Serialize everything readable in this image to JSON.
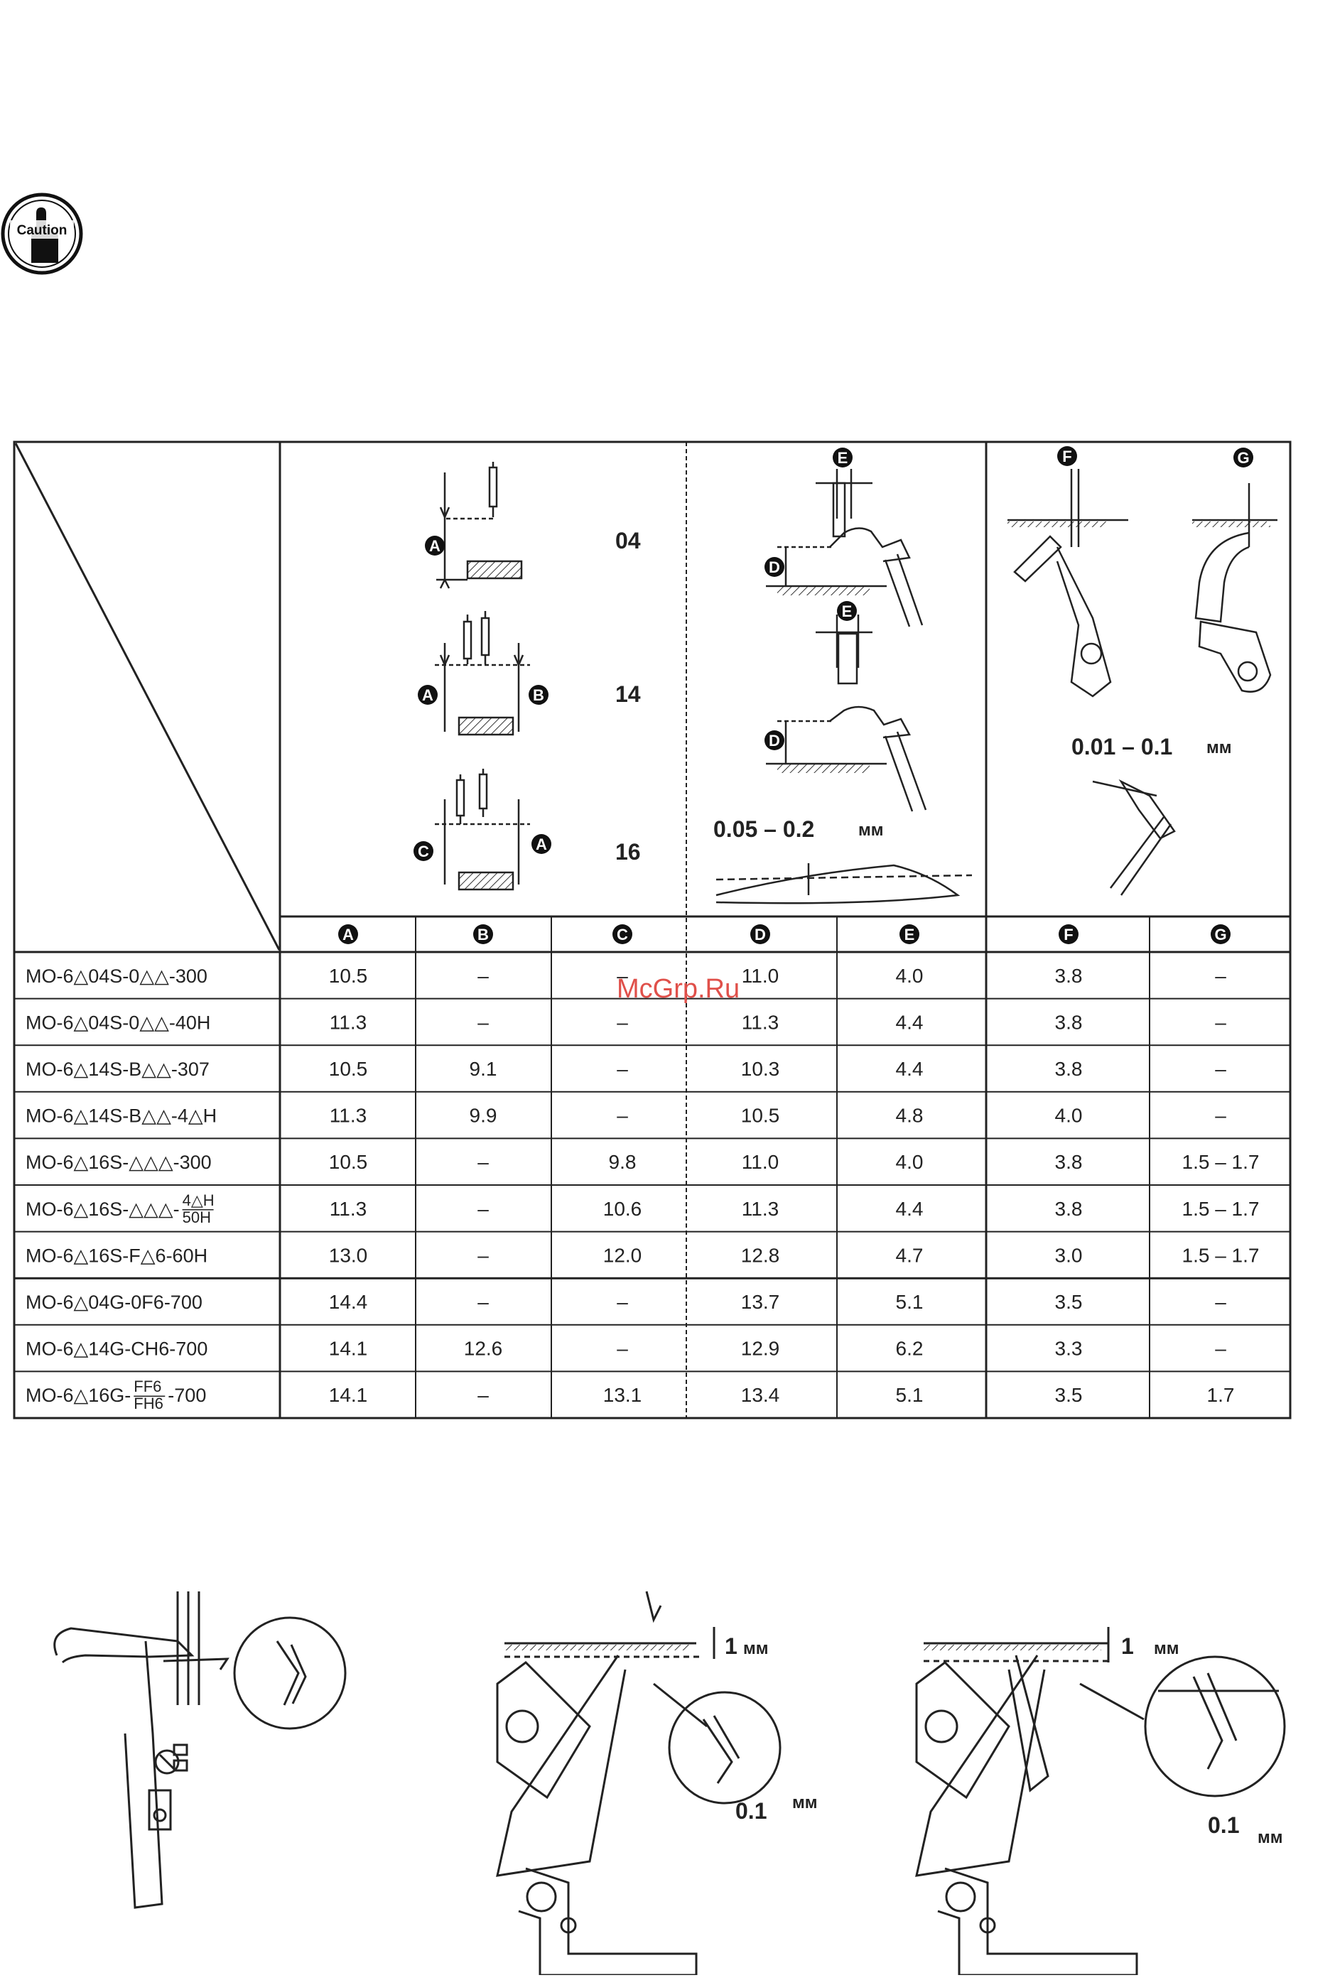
{
  "caution_label": "Caution",
  "watermark": "McGrp.Ru",
  "diagram_codes": [
    "04",
    "14",
    "16"
  ],
  "clearance_de": "0.05 – 0.2",
  "clearance_fg": "0.01 – 0.1",
  "unit": "мм",
  "columns": [
    "A",
    "B",
    "C",
    "D",
    "E",
    "F",
    "G"
  ],
  "rows": [
    {
      "model": "MO-6△04S-0△△-300",
      "values": [
        "10.5",
        "–",
        "–",
        "11.0",
        "4.0",
        "3.8",
        "–"
      ]
    },
    {
      "model": "MO-6△04S-0△△-40H",
      "values": [
        "11.3",
        "–",
        "–",
        "11.3",
        "4.4",
        "3.8",
        "–"
      ]
    },
    {
      "model": "MO-6△14S-B△△-307",
      "values": [
        "10.5",
        "9.1",
        "–",
        "10.3",
        "4.4",
        "3.8",
        "–"
      ]
    },
    {
      "model": "MO-6△14S-B△△-4△H",
      "values": [
        "11.3",
        "9.9",
        "–",
        "10.5",
        "4.8",
        "4.0",
        "–"
      ]
    },
    {
      "model": "MO-6△16S-△△△-300",
      "values": [
        "10.5",
        "–",
        "9.8",
        "11.0",
        "4.0",
        "3.8",
        "1.5 – 1.7"
      ]
    },
    {
      "model": "MO-6△16S-△△△-",
      "model_frac_top": "4△H",
      "model_frac_bottom": "50H",
      "values": [
        "11.3",
        "–",
        "10.6",
        "11.3",
        "4.4",
        "3.8",
        "1.5 – 1.7"
      ]
    },
    {
      "model": "MO-6△16S-F△6-60H",
      "values": [
        "13.0",
        "–",
        "12.0",
        "12.8",
        "4.7",
        "3.0",
        "1.5 – 1.7"
      ]
    },
    {
      "model": "MO-6△04G-0F6-700",
      "values": [
        "14.4",
        "–",
        "–",
        "13.7",
        "5.1",
        "3.5",
        "–"
      ]
    },
    {
      "model": "MO-6△14G-CH6-700",
      "values": [
        "14.1",
        "12.6",
        "–",
        "12.9",
        "6.2",
        "3.3",
        "–"
      ]
    },
    {
      "model": "MO-6△16G-",
      "model_frac_top": "FF6",
      "model_frac_bottom": "FH6",
      "model_suffix": "-700",
      "values": [
        "14.1",
        "–",
        "13.1",
        "13.4",
        "5.1",
        "3.5",
        "1.7"
      ]
    }
  ],
  "bottom_figures": [
    {
      "gap": "",
      "clearance": ""
    },
    {
      "gap": "1",
      "clearance": "0.1"
    },
    {
      "gap": "1",
      "clearance": "0.1"
    }
  ]
}
